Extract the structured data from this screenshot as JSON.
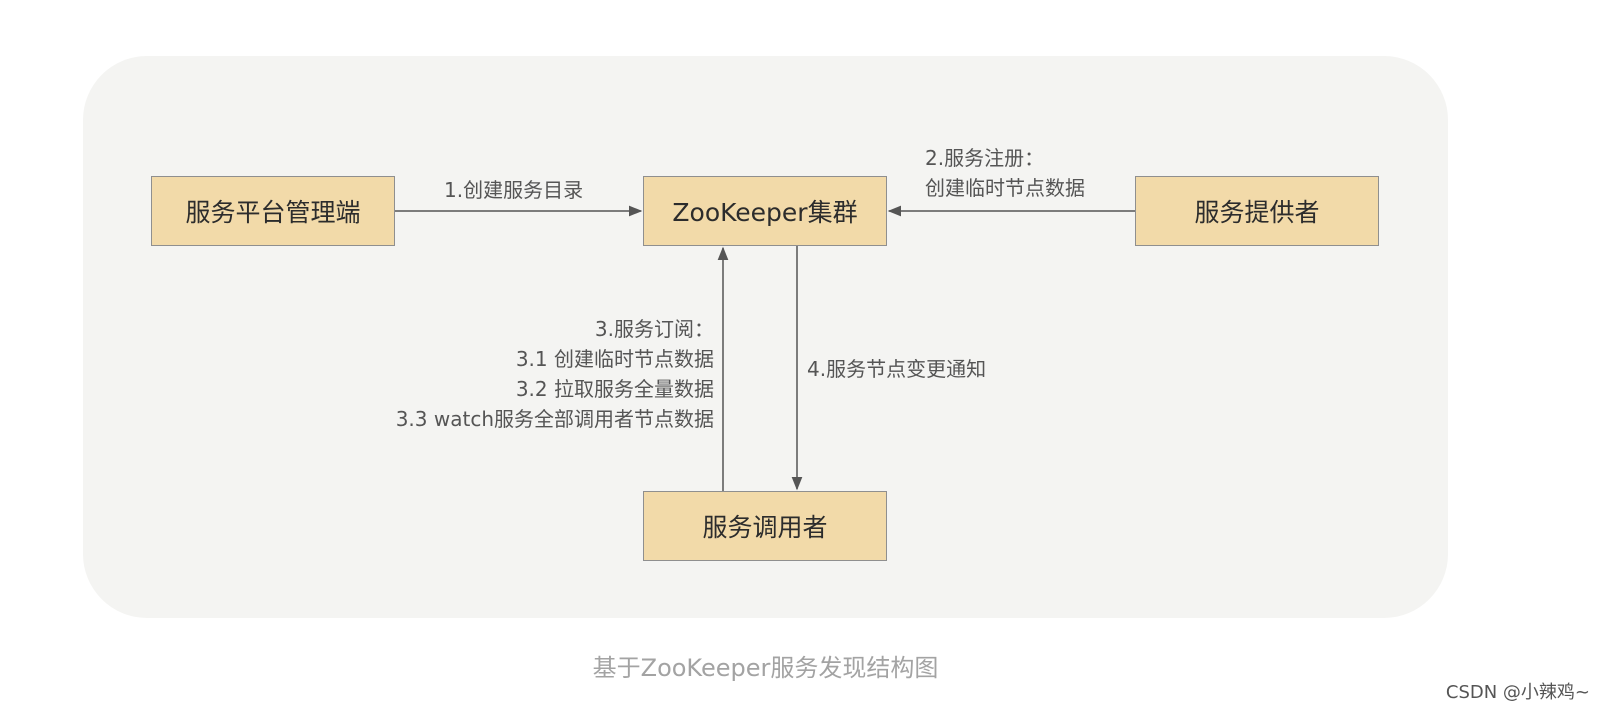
{
  "nodes": {
    "admin": "服务平台管理端",
    "zookeeper": "ZooKeeper集群",
    "provider": "服务提供者",
    "consumer": "服务调用者"
  },
  "edges": {
    "create_dir": "1.创建服务目录",
    "register": [
      "2.服务注册：",
      "创建临时节点数据"
    ],
    "subscribe": [
      "3.服务订阅：",
      "3.1 创建临时节点数据",
      "3.2 拉取服务全量数据",
      "3.3 watch服务全部调用者节点数据"
    ],
    "notify": "4.服务节点变更通知"
  },
  "caption": "基于ZooKeeper服务发现结构图",
  "watermark": "CSDN @小辣鸡~",
  "colors": {
    "panel": "#f4f4f2",
    "node_fill": "#f2daa9",
    "node_border": "#8f8f8f",
    "edge": "#555555",
    "caption": "#a3a3a3"
  }
}
